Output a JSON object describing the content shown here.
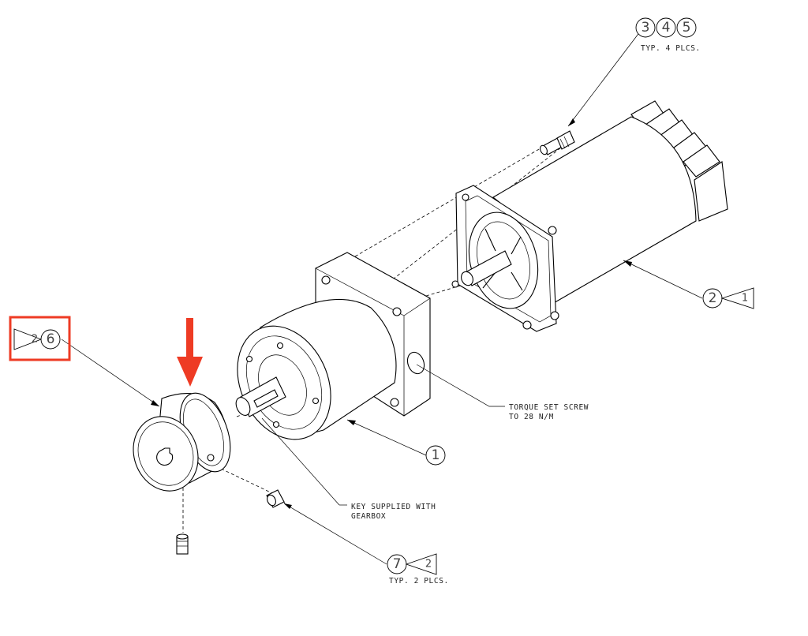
{
  "diagram": {
    "callouts": {
      "item_1": "1",
      "item_2": "2",
      "item_2_qty": "1",
      "item_3": "3",
      "item_4": "4",
      "item_5": "5",
      "item_6": "6",
      "item_6_qty": "2",
      "item_7": "7",
      "item_7_qty": "2"
    },
    "notes": {
      "typ_4_plcs": "TYP. 4 PLCS.",
      "torque_line1": "TORQUE SET SCREW",
      "torque_line2": "TO 28 N/M",
      "key_line1": "KEY SUPPLIED WITH",
      "key_line2": "GEARBOX",
      "typ_2_plcs": "TYP. 2 PLCS."
    },
    "annotation": {
      "highlight_color": "#ee3b24",
      "arrow_color": "#ee3b24"
    }
  }
}
